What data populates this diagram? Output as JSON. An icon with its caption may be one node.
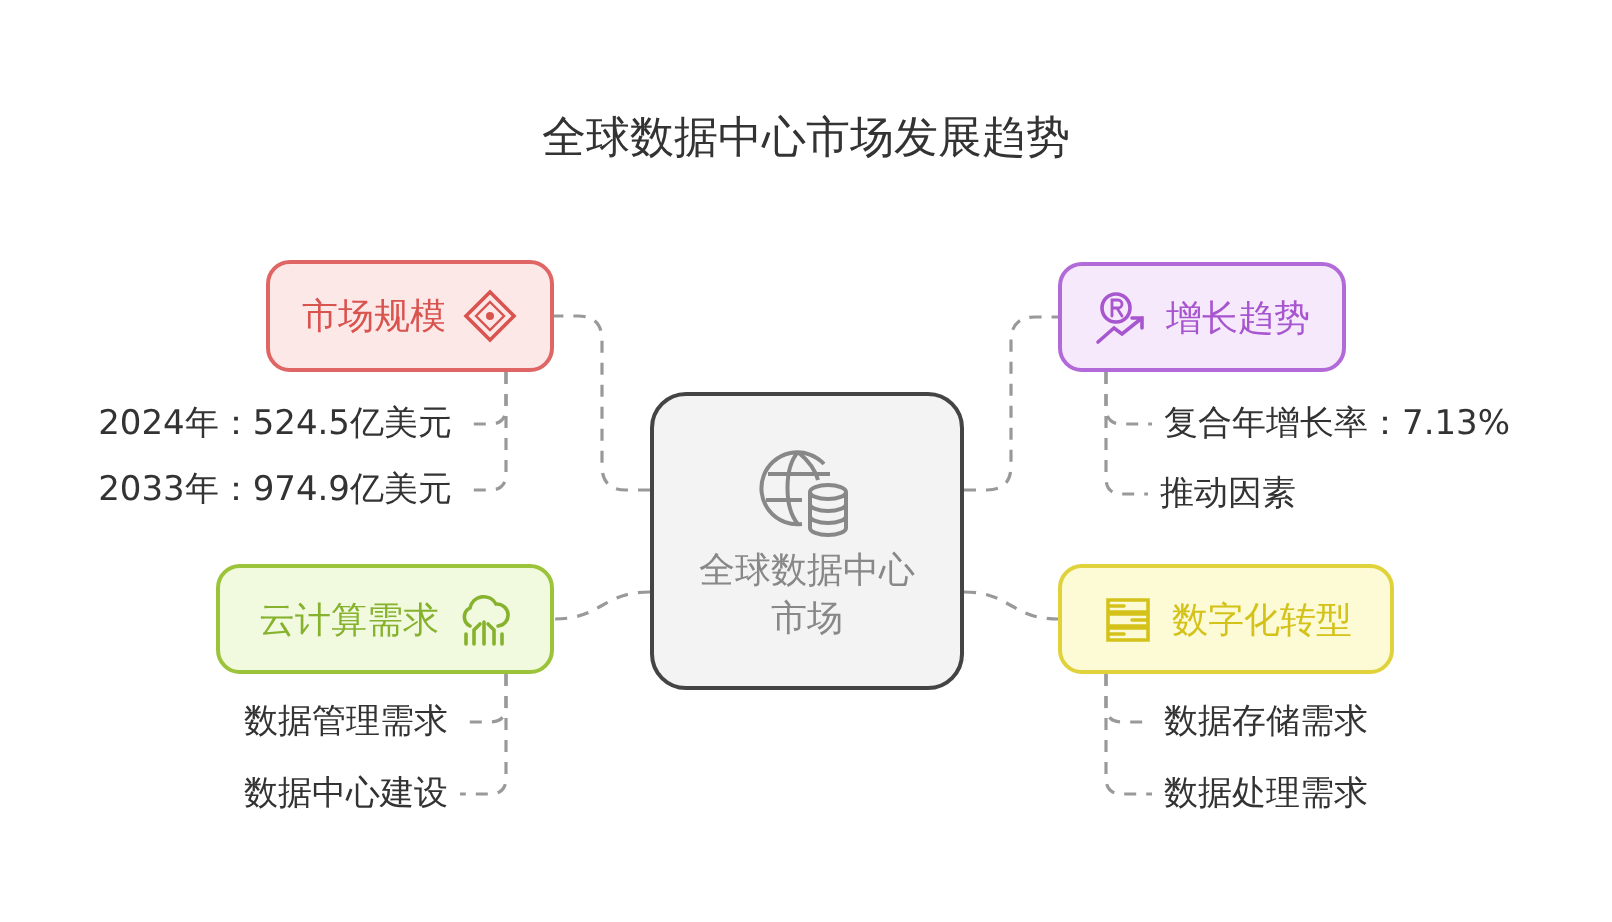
{
  "diagram": {
    "title": "全球数据中心市场发展趋势",
    "nodes": [
      {
        "text": [
          "全球数据中心市场"
        ]
      },
      {
        "text": [
          "市场规模"
        ]
      },
      {
        "text": [
          "2024年：524.5亿美元"
        ]
      },
      {
        "text": [
          "2033年：974.9亿美元"
        ]
      },
      {
        "text": [
          "增长趋势"
        ]
      },
      {
        "text": [
          "复合年增长率：7.13%"
        ]
      },
      {
        "text": [
          "推动因素"
        ]
      },
      {
        "text": [
          "云计算需求"
        ]
      },
      {
        "text": [
          "数据管理需求"
        ]
      },
      {
        "text": [
          "数据中心建设"
        ]
      },
      {
        "text": [
          "数字化转型"
        ]
      },
      {
        "text": [
          "数据存储需求"
        ]
      },
      {
        "text": [
          "数据处理需求"
        ]
      }
    ],
    "edges": [
      {
        "from": 0,
        "to": 1,
        "arrow": "none",
        "style": "dashed"
      },
      {
        "from": 1,
        "to": 2,
        "arrow": "none",
        "style": "dashed"
      },
      {
        "from": 1,
        "to": 3,
        "arrow": "none",
        "style": "dashed"
      },
      {
        "from": 0,
        "to": 4,
        "arrow": "none",
        "style": "dashed"
      },
      {
        "from": 4,
        "to": 5,
        "arrow": "none",
        "style": "dashed"
      },
      {
        "from": 4,
        "to": 6,
        "arrow": "none",
        "style": "dashed"
      },
      {
        "from": 0,
        "to": 7,
        "arrow": "none",
        "style": "dashed"
      },
      {
        "from": 7,
        "to": 8,
        "arrow": "none",
        "style": "dashed"
      },
      {
        "from": 7,
        "to": 9,
        "arrow": "none",
        "style": "dashed"
      },
      {
        "from": 0,
        "to": 10,
        "arrow": "none",
        "style": "dashed"
      },
      {
        "from": 10,
        "to": 11,
        "arrow": "none",
        "style": "dashed"
      },
      {
        "from": 10,
        "to": 12,
        "arrow": "none",
        "style": "dashed"
      }
    ]
  }
}
